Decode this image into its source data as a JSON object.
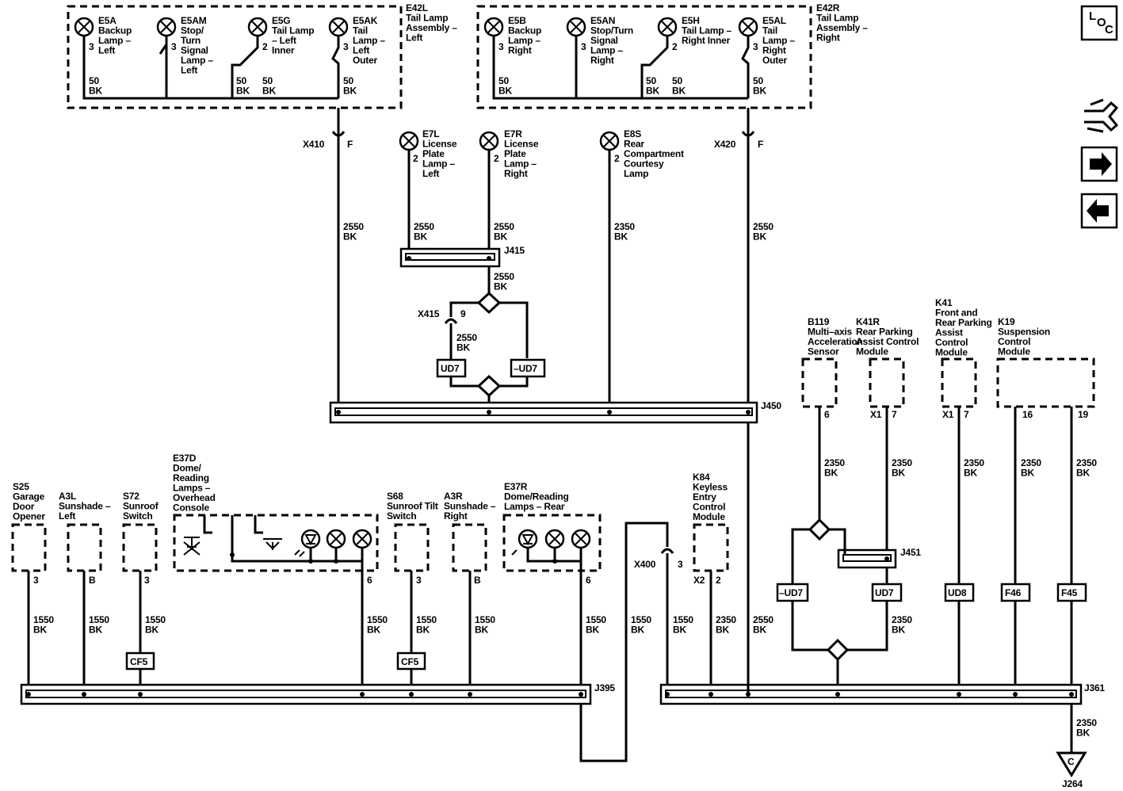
{
  "nav": {
    "loc_letters": [
      "L",
      "O",
      "C"
    ],
    "icons": [
      "connector-icon",
      "arrow-right-icon",
      "arrow-left-icon"
    ]
  },
  "assemblies": {
    "e42l": "E42L\nTail Lamp\nAssembly –\nLeft",
    "e42r": "E42R\nTail Lamp\nAssembly –\nRight"
  },
  "lamps": {
    "e5a": "E5A\nBackup\nLamp –\nLeft",
    "e5am": "E5AM\nStop/\nTurn\nSignal\nLamp –\nLeft",
    "e5g": "E5G\nTail Lamp\n– Left\nInner",
    "e5ak": "E5AK\nTail\nLamp –\nLeft\nOuter",
    "e5b": "E5B\nBackup\nLamp –\nRight",
    "e5an": "E5AN\nStop/Turn\nSignal\nLamp –\nRight",
    "e5h": "E5H\nTail Lamp –\nRight Inner",
    "e5al": "E5AL\nTail\nLamp –\nRight\nOuter",
    "e7l": "E7L\nLicense\nPlate\nLamp –\nLeft",
    "e7r": "E7R\nLicense\nPlate\nLamp –\nRight",
    "e8s": "E8S\nRear\nCompartment\nCourtesy\nLamp"
  },
  "components": {
    "b119": "B119\nMulti–axis\nAcceleration\nSensor",
    "k41r": "K41R\nRear Parking\nAssist Control\nModule",
    "k41": "K41\nFront and\nRear Parking\nAssist\nControl\nModule",
    "k19": "K19\nSuspension\nControl\nModule",
    "s25": "S25\nGarage\nDoor\nOpener",
    "a3l": "A3L\nSunshade –\nLeft",
    "s72": "S72\nSunroof\nSwitch",
    "e37d": "E37D\nDome/\nReading\nLamps –\nOverhead\nConsole",
    "s68": "S68\nSunroof Tilt\nSwitch",
    "a3r": "A3R\nSunshade –\nRight",
    "e37r": "E37R\nDome/Reading\nLamps – Rear",
    "k84": "K84\nKeyless\nEntry\nControl\nModule"
  },
  "pins": {
    "p3": "3",
    "p2": "2",
    "p6": "6",
    "p7": "7",
    "p9": "9",
    "p16": "16",
    "p19": "19",
    "pB": "B",
    "x1": "X1",
    "x2": "X2",
    "f": "F"
  },
  "wires": {
    "w50": "50\nBK",
    "w2550": "2550\nBK",
    "w2350": "2350\nBK",
    "w1550": "1550\nBK"
  },
  "connectors": {
    "x410": "X410",
    "x420": "X420",
    "x415": "X415",
    "x400": "X400"
  },
  "splices": {
    "j415": "J415",
    "j450": "J450",
    "j451": "J451",
    "j395": "J395",
    "j361": "J361",
    "j264": "J264"
  },
  "options": {
    "ud7": "UD7",
    "not_ud7": "–UD7",
    "ud8": "UD8",
    "f46": "F46",
    "f45": "F45",
    "cf5": "CF5"
  },
  "ground": {
    "ref": "C"
  }
}
